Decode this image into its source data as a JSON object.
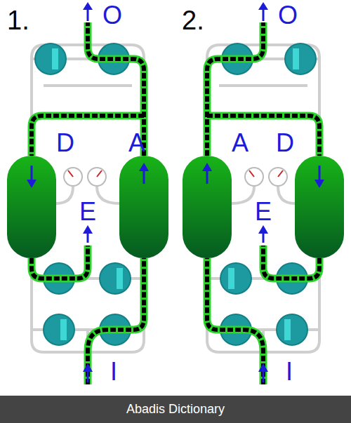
{
  "diagram": {
    "labels": [
      "1.",
      "O",
      "D",
      "A",
      "E",
      "I",
      "2.",
      "O",
      "A",
      "D",
      "E",
      "I",
      "Abadis Dictionary"
    ]
  }
}
